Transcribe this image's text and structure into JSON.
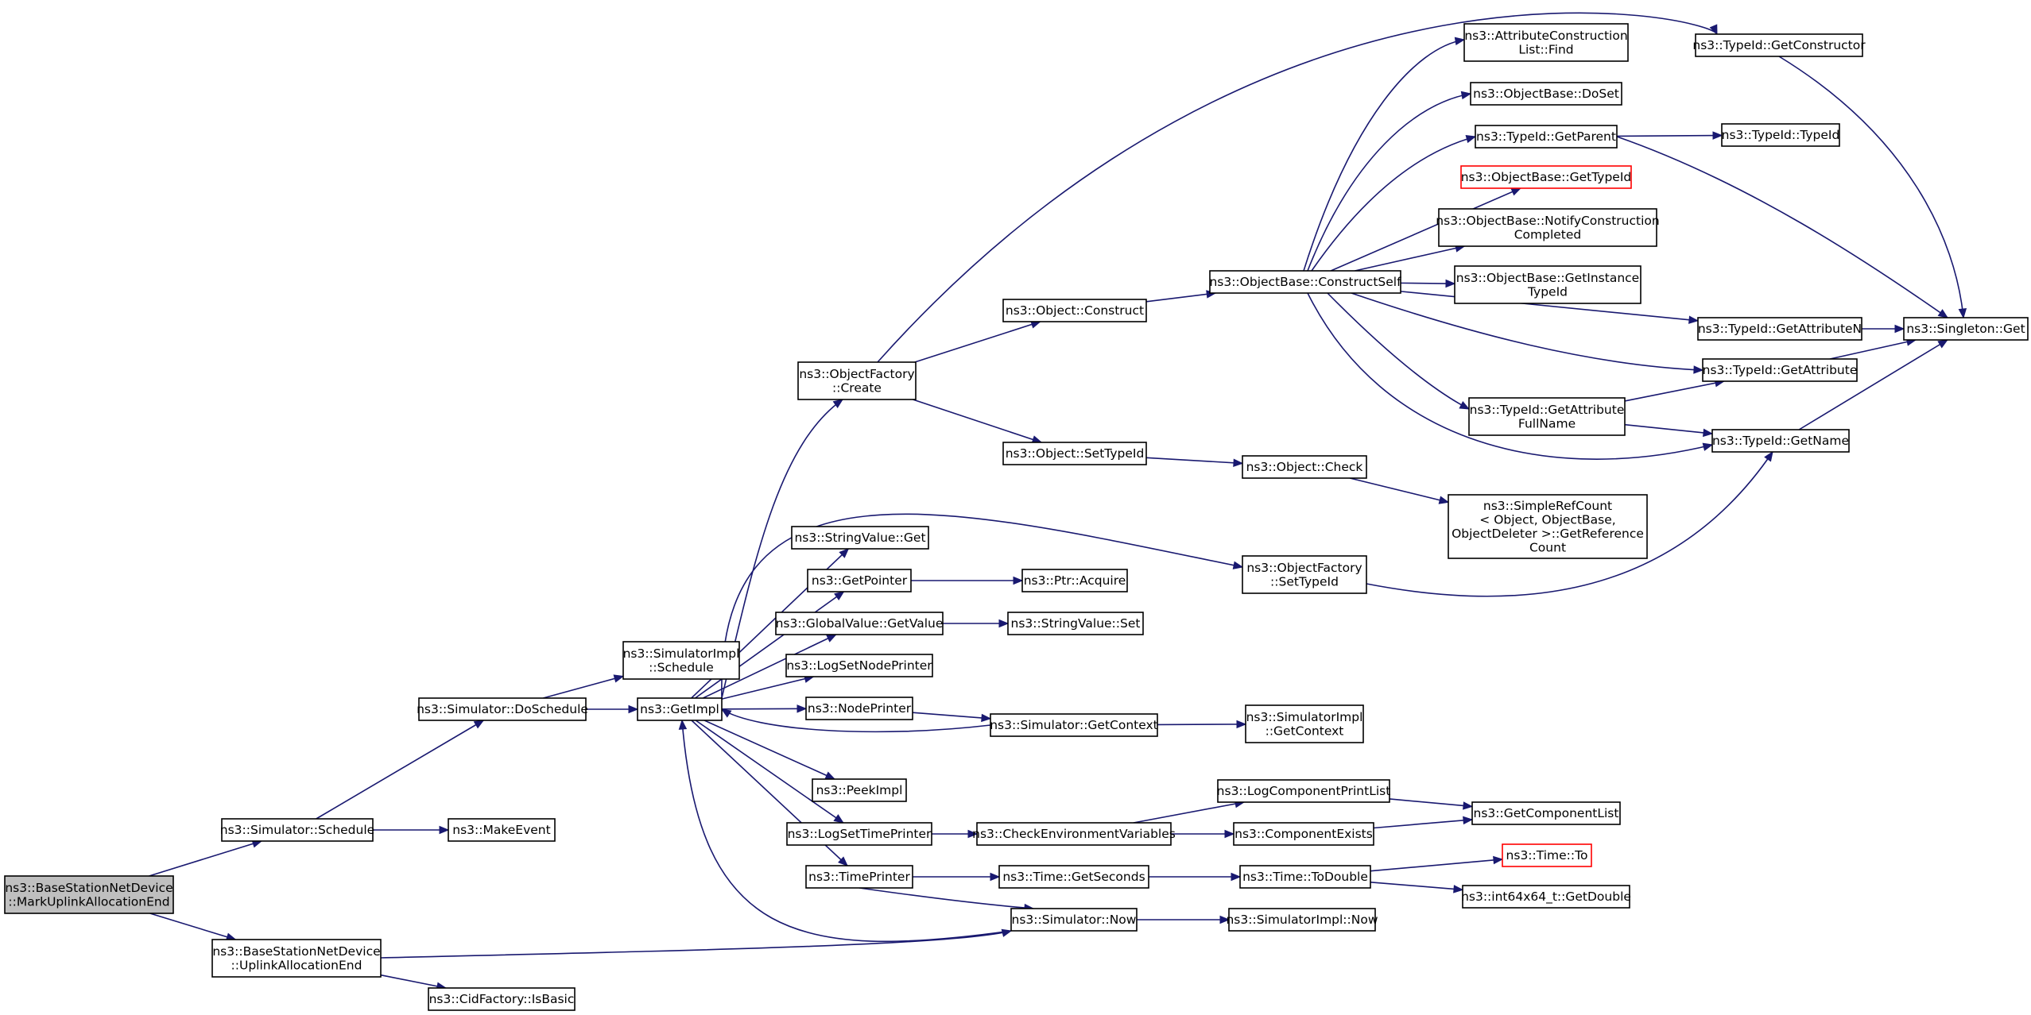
{
  "colors": {
    "edge": "#191970",
    "node_border": "#000000",
    "root_fill": "#bfbfbf",
    "highlight_border": "#ff0000"
  },
  "nodes": {
    "root": {
      "lines": [
        "ns3::BaseStationNetDevice",
        "::MarkUplinkAllocationEnd"
      ]
    },
    "simSchedule": {
      "lines": [
        "ns3::Simulator::Schedule"
      ]
    },
    "bsUplinkEnd": {
      "lines": [
        "ns3::BaseStationNetDevice",
        "::UplinkAllocationEnd"
      ]
    },
    "doSchedule": {
      "lines": [
        "ns3::Simulator::DoSchedule"
      ]
    },
    "makeEvent": {
      "lines": [
        "ns3::MakeEvent"
      ]
    },
    "cidIsBasic": {
      "lines": [
        "ns3::CidFactory::IsBasic"
      ]
    },
    "implSchedule": {
      "lines": [
        "ns3::SimulatorImpl",
        "::Schedule"
      ]
    },
    "getImpl": {
      "lines": [
        "ns3::GetImpl"
      ]
    },
    "simNow": {
      "lines": [
        "ns3::Simulator::Now"
      ]
    },
    "implNow": {
      "lines": [
        "ns3::SimulatorImpl::Now"
      ]
    },
    "objFactoryCreate": {
      "lines": [
        "ns3::ObjectFactory",
        "::Create"
      ]
    },
    "stringValueGet": {
      "lines": [
        "ns3::StringValue::Get"
      ]
    },
    "getPointer": {
      "lines": [
        "ns3::GetPointer"
      ]
    },
    "globalValueGet": {
      "lines": [
        "ns3::GlobalValue::GetValue"
      ]
    },
    "logSetNodePrinter": {
      "lines": [
        "ns3::LogSetNodePrinter"
      ]
    },
    "nodePrinter": {
      "lines": [
        "ns3::NodePrinter"
      ]
    },
    "peekImpl": {
      "lines": [
        "ns3::PeekImpl"
      ]
    },
    "logSetTimePrinter": {
      "lines": [
        "ns3::LogSetTimePrinter"
      ]
    },
    "timePrinter": {
      "lines": [
        "ns3::TimePrinter"
      ]
    },
    "objConstruct": {
      "lines": [
        "ns3::Object::Construct"
      ]
    },
    "objSetTypeId": {
      "lines": [
        "ns3::Object::SetTypeId"
      ]
    },
    "ptrAcquire": {
      "lines": [
        "ns3::Ptr::Acquire"
      ]
    },
    "stringValueSet": {
      "lines": [
        "ns3::StringValue::Set"
      ]
    },
    "simGetContext": {
      "lines": [
        "ns3::Simulator::GetContext"
      ]
    },
    "checkEnv": {
      "lines": [
        "ns3::CheckEnvironmentVariables"
      ]
    },
    "timeGetSeconds": {
      "lines": [
        "ns3::Time::GetSeconds"
      ]
    },
    "constructSelf": {
      "lines": [
        "ns3::ObjectBase::ConstructSelf"
      ]
    },
    "objCheck": {
      "lines": [
        "ns3::Object::Check"
      ]
    },
    "ofSetTypeId": {
      "lines": [
        "ns3::ObjectFactory",
        "::SetTypeId"
      ]
    },
    "implGetContext": {
      "lines": [
        "ns3::SimulatorImpl",
        "::GetContext"
      ]
    },
    "logCompPrintList": {
      "lines": [
        "ns3::LogComponentPrintList"
      ]
    },
    "compExists": {
      "lines": [
        "ns3::ComponentExists"
      ]
    },
    "timeToDouble": {
      "lines": [
        "ns3::Time::ToDouble"
      ]
    },
    "attrConstrFind": {
      "lines": [
        "ns3::AttributeConstruction",
        "List::Find"
      ]
    },
    "obDoSet": {
      "lines": [
        "ns3::ObjectBase::DoSet"
      ]
    },
    "tidGetParent": {
      "lines": [
        "ns3::TypeId::GetParent"
      ]
    },
    "obGetTypeId": {
      "lines": [
        "ns3::ObjectBase::GetTypeId"
      ]
    },
    "obNotify": {
      "lines": [
        "ns3::ObjectBase::NotifyConstruction",
        "Completed"
      ]
    },
    "obGetInstance": {
      "lines": [
        "ns3::ObjectBase::GetInstance",
        "TypeId"
      ]
    },
    "tidGetAttrFull": {
      "lines": [
        "ns3::TypeId::GetAttribute",
        "FullName"
      ]
    },
    "simpleRefCount": {
      "lines": [
        "ns3::SimpleRefCount",
        "< Object, ObjectBase,",
        " ObjectDeleter >::GetReference",
        "Count"
      ]
    },
    "getComponentList": {
      "lines": [
        "ns3::GetComponentList"
      ]
    },
    "timeTo": {
      "lines": [
        "ns3::Time::To"
      ]
    },
    "int64GetDouble": {
      "lines": [
        "ns3::int64x64_t::GetDouble"
      ]
    },
    "tidGetConstructor": {
      "lines": [
        "ns3::TypeId::GetConstructor"
      ]
    },
    "tidTypeId": {
      "lines": [
        "ns3::TypeId::TypeId"
      ]
    },
    "tidGetAttrN": {
      "lines": [
        "ns3::TypeId::GetAttributeN"
      ]
    },
    "tidGetAttribute": {
      "lines": [
        "ns3::TypeId::GetAttribute"
      ]
    },
    "tidGetName": {
      "lines": [
        "ns3::TypeId::GetName"
      ]
    },
    "singletonGet": {
      "lines": [
        "ns3::Singleton::Get"
      ]
    }
  }
}
